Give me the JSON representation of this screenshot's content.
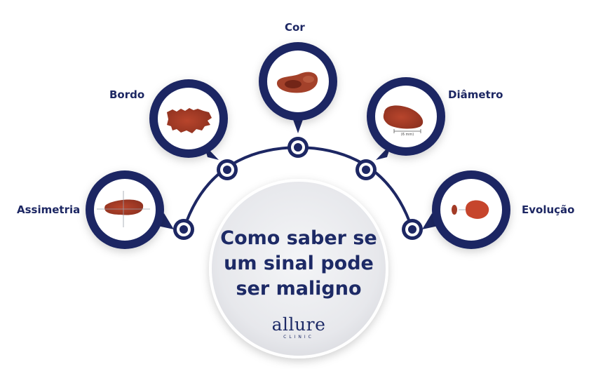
{
  "labels": {
    "asymmetry": "Assimetria",
    "border": "Bordo",
    "color": "Cor",
    "diameter": "Diâmetro",
    "evolution": "Evolução"
  },
  "diameter_marker": "(6 mm)",
  "center": {
    "title_line1": "Como saber se",
    "title_line2": "um sinal pode",
    "title_line3": "ser maligno"
  },
  "brand": {
    "name": "allure",
    "sub": "CLINIC"
  },
  "colors": {
    "navy": "#1d2763",
    "lesion": "#a33b26",
    "lesion_dark": "#7a2316"
  }
}
